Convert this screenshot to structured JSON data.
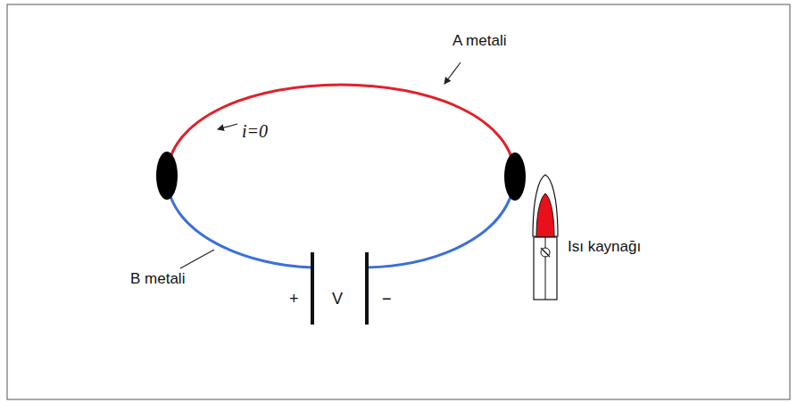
{
  "diagram": {
    "labels": [
      "A metali",
      "i=0",
      "B metali",
      "+",
      "V",
      "−",
      "Isı kaynağı"
    ]
  }
}
